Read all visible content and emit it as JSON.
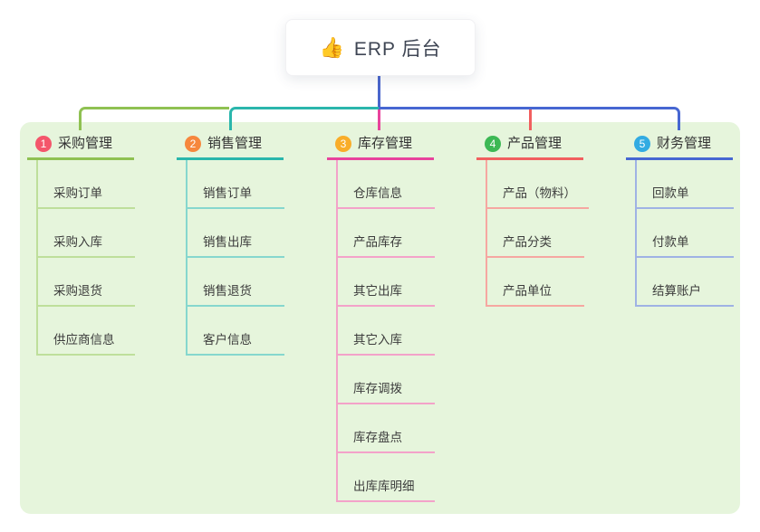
{
  "root": {
    "icon": "👍",
    "title": "ERP 后台"
  },
  "palette": {
    "panel_bg": "#e6f5dc",
    "root_line": "#4a66cc",
    "root_text": "#3f4654"
  },
  "branches": [
    {
      "badge": "1",
      "label": "采购管理",
      "colors": {
        "line": "#8fc152",
        "light": "#bedf9b",
        "badge": "#f4566b"
      },
      "items": [
        "采购订单",
        "采购入库",
        "采购退货",
        "供应商信息"
      ]
    },
    {
      "badge": "2",
      "label": "销售管理",
      "colors": {
        "line": "#2ab6ac",
        "light": "#86d7ce",
        "badge": "#f6873d"
      },
      "items": [
        "销售订单",
        "销售出库",
        "销售退货",
        "客户信息"
      ]
    },
    {
      "badge": "3",
      "label": "库存管理",
      "colors": {
        "line": "#e8439c",
        "light": "#f3a2c9",
        "badge": "#f9ad29"
      },
      "items": [
        "仓库信息",
        "产品库存",
        "其它出库",
        "其它入库",
        "库存调拨",
        "库存盘点",
        "出库库明细"
      ]
    },
    {
      "badge": "4",
      "label": "产品管理",
      "colors": {
        "line": "#f15f5f",
        "light": "#f6a7a1",
        "badge": "#3cb854"
      },
      "items": [
        "产品（物料）",
        "产品分类",
        "产品单位"
      ]
    },
    {
      "badge": "5",
      "label": "财务管理",
      "colors": {
        "line": "#4767d2",
        "light": "#9fb2e4",
        "badge": "#32abe2"
      },
      "items": [
        "回款单",
        "付款单",
        "结算账户"
      ]
    }
  ]
}
